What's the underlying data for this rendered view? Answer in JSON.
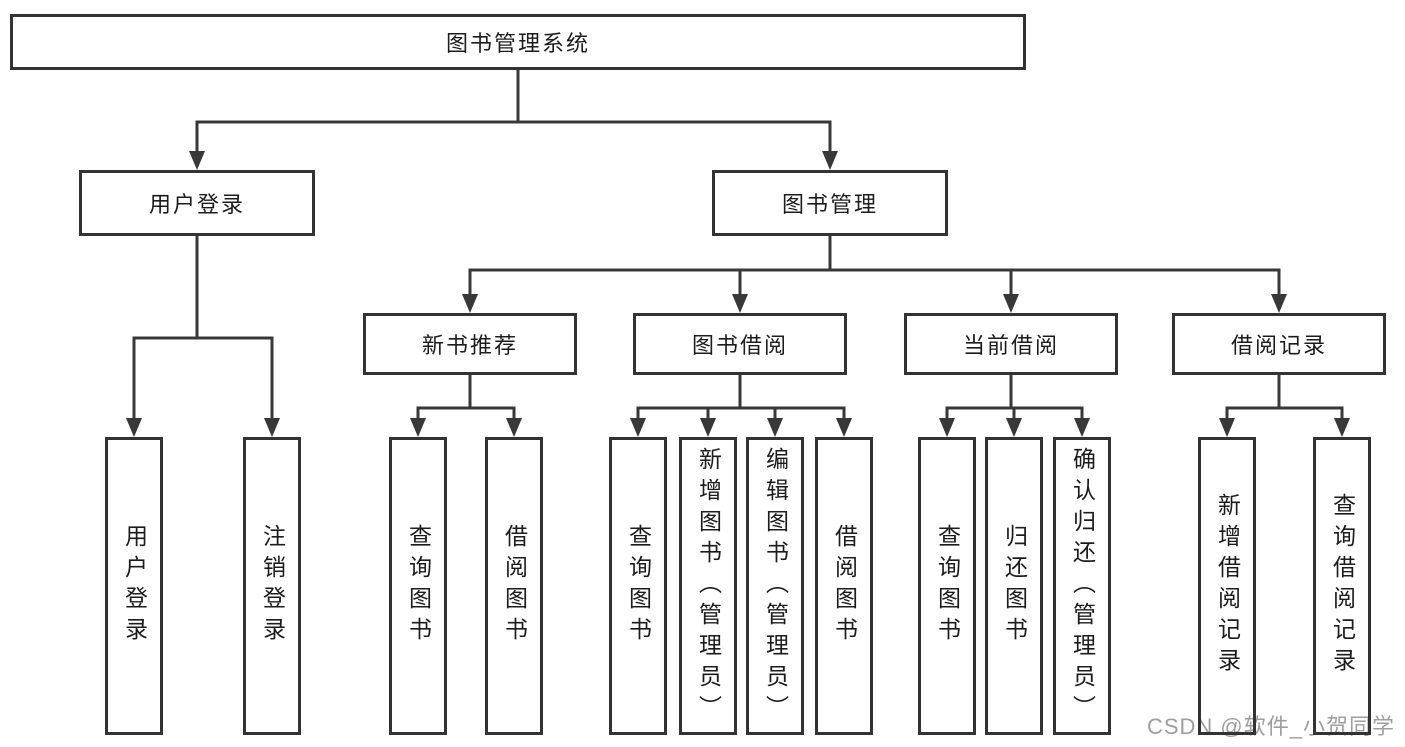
{
  "tree": {
    "root": "图书管理系统",
    "level2": [
      {
        "label": "用户登录",
        "leaves": [
          "用户登录",
          "注销登录"
        ]
      },
      {
        "label": "图书管理",
        "groups": [
          {
            "label": "新书推荐",
            "leaves": [
              "查询图书",
              "借阅图书"
            ]
          },
          {
            "label": "图书借阅",
            "leaves": [
              "查询图书",
              "新增图书（管理员）",
              "编辑图书（管理员）",
              "借阅图书"
            ]
          },
          {
            "label": "当前借阅",
            "leaves": [
              "查询图书",
              "归还图书",
              "确认归还（管理员）"
            ]
          },
          {
            "label": "借阅记录",
            "leaves": [
              "新增借阅记录",
              "查询借阅记录"
            ]
          }
        ]
      }
    ]
  },
  "watermark": {
    "text": "CSDN @软件_小贺同学",
    "color": "#9e9e9e"
  },
  "colors": {
    "line": "#383838",
    "box_border": "#333333",
    "box_fill": "#ffffff",
    "text": "#1c1c1c",
    "background": "#ffffff"
  }
}
